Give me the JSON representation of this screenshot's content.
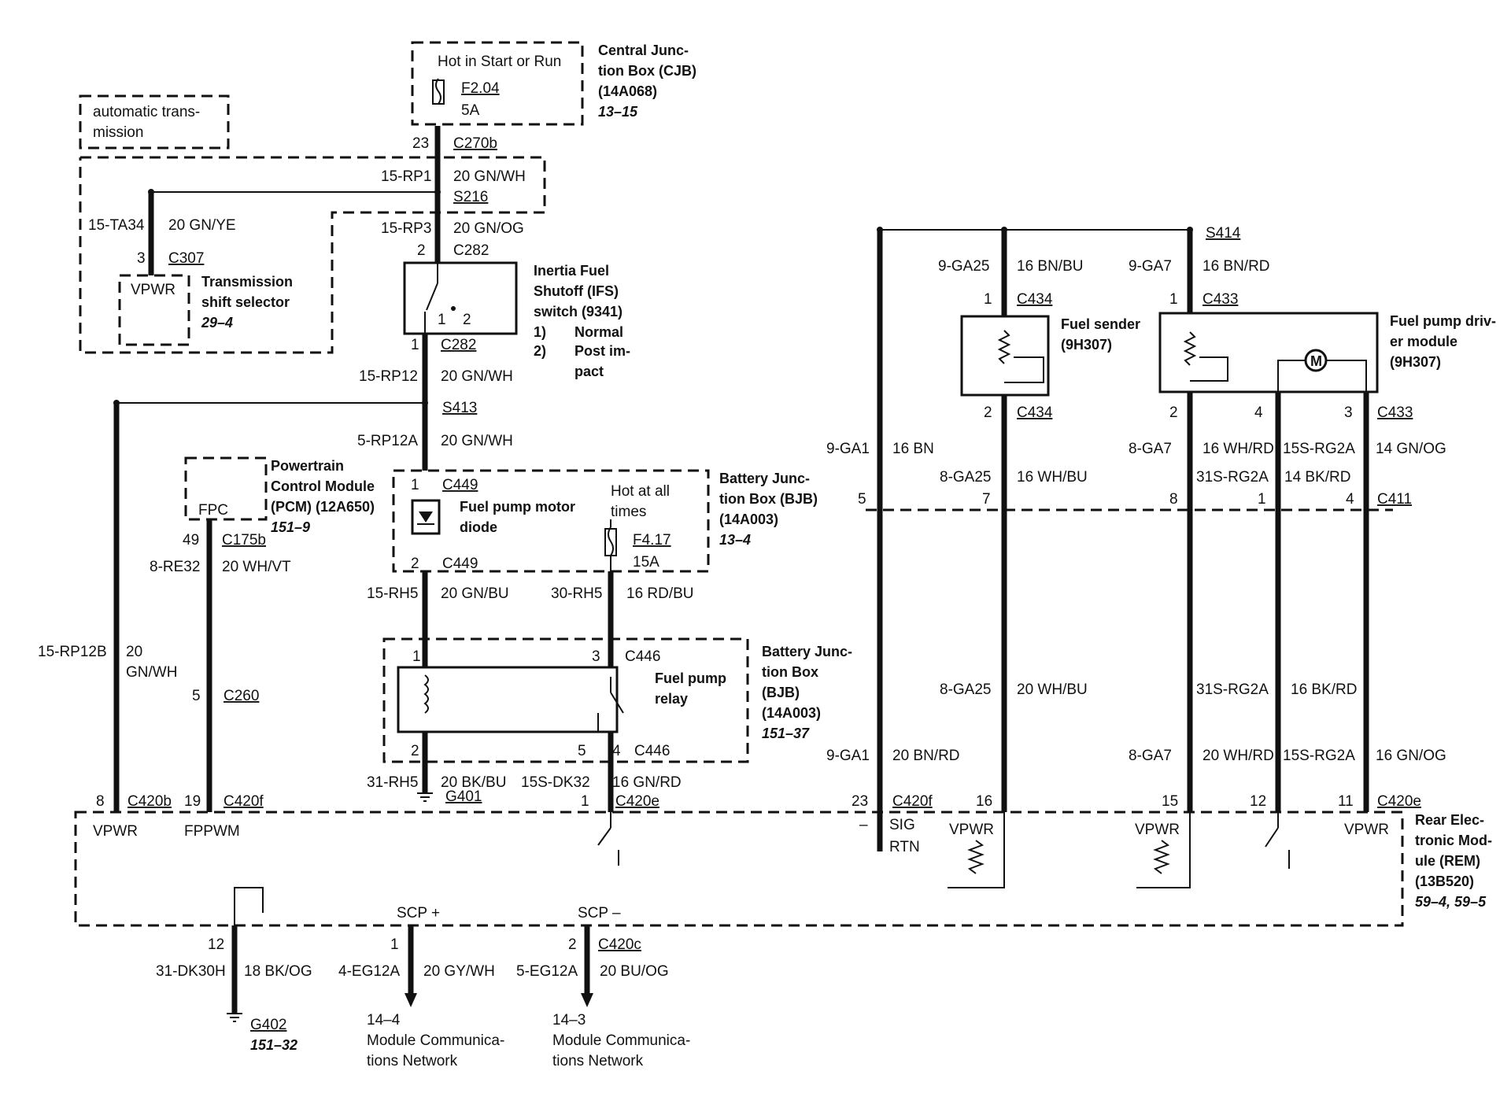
{
  "cjb": {
    "title": [
      "Central Junc-",
      "tion Box (CJB)",
      "(14A068)"
    ],
    "ref": "13–15",
    "hot": "Hot in Start or Run",
    "fuse": "F2.04",
    "amps": "5A"
  },
  "auto_trans": [
    "automatic trans-",
    "mission"
  ],
  "trans_selector": {
    "title": [
      "Transmission",
      "shift selector"
    ],
    "ref": "29–4",
    "pin": "VPWR",
    "circuit": "15-TA34",
    "wire": "20 GN/YE",
    "pin_no": "3",
    "connector": "C307"
  },
  "top": {
    "pin23": "23",
    "c270b": "C270b",
    "rp1": "15-RP1",
    "rp1_wire": "20 GN/WH",
    "s216": "S216",
    "rp3": "15-RP3",
    "rp3_wire": "20 GN/OG",
    "pin2": "2",
    "c282a": "C282",
    "pin1": "1",
    "c282b": "C282",
    "rp12": "15-RP12",
    "rp12_wire": "20 GN/WH",
    "s413": "S413",
    "rp12a": "5-RP12A",
    "rp12a_wire": "20 GN/WH"
  },
  "ifs": {
    "title": [
      "Inertia Fuel",
      "Shutoff (IFS)",
      "switch (9341)"
    ],
    "n1": "1)",
    "n1_text": "Normal",
    "n2": "2)",
    "n2_text": [
      "Post im-",
      "pact"
    ],
    "sw1": "1",
    "sw2": "2"
  },
  "pcm": {
    "title": [
      "Powertrain",
      "Control Module",
      "(PCM) (12A650)"
    ],
    "ref": "151–9",
    "pin": "FPC",
    "pin_no": "49",
    "connector": "C175b",
    "circuit": "8-RE32",
    "wire": "20 WH/VT",
    "c260_pin": "5",
    "c260": "C260"
  },
  "bjb1": {
    "title": [
      "Battery Junc-",
      "tion Box (BJB)",
      "(14A003)"
    ],
    "ref": "13–4",
    "diode": [
      "Fuel pump motor",
      "diode"
    ],
    "hot": [
      "Hot at all",
      "times"
    ],
    "fuse": "F4.17",
    "amps": "15A",
    "p1": "1",
    "c449a": "C449",
    "p2": "2",
    "c449b": "C449"
  },
  "mid": {
    "rh5": "15-RH5",
    "rh5_wire": "20 GN/BU",
    "rh5b": "30-RH5",
    "rh5b_wire": "16 RD/BU",
    "rp12b": "15-RP12B",
    "rp12b_wire": [
      "20",
      "GN/WH"
    ]
  },
  "bjb2": {
    "title": [
      "Battery Junc-",
      "tion Box",
      "(BJB)",
      "(14A003)"
    ],
    "ref": "151–37",
    "relay": [
      "Fuel pump",
      "relay"
    ],
    "p1": "1",
    "p3": "3",
    "c446a": "C446",
    "p2": "2",
    "p5": "5",
    "p4": "4",
    "c446b": "C446"
  },
  "bottom_left": {
    "rh5c": "31-RH5",
    "rh5c_wire": "20 BK/BU",
    "g401": "G401",
    "dk32": "15S-DK32",
    "dk32_wire": "16 GN/RD",
    "p1": "1",
    "c420e": "C420e",
    "p8": "8",
    "c420b": "C420b",
    "p19": "19",
    "c420f": "C420f"
  },
  "rem": {
    "title": [
      "Rear Elec-",
      "tronic Mod-",
      "ule (REM)",
      "(13B520)"
    ],
    "ref": "59–4, 59–5",
    "vpwr_left": "VPWR",
    "fppwm": "FPPWM",
    "scp_plus": "SCP +",
    "scp_minus": "SCP –",
    "minus": "–",
    "sig": "SIG",
    "rtn": "RTN",
    "vpwr1": "VPWR",
    "vpwr2": "VPWR",
    "vpwr3": "VPWR"
  },
  "below_rem": {
    "p12": "12",
    "dk30h": "31-DK30H",
    "dk30h_wire": "18 BK/OG",
    "g402": "G402",
    "g402_ref": "151–32",
    "scp1_pin": "1",
    "eg12a": "4-EG12A",
    "eg12a_wire": "20 GY/WH",
    "scp2_pin": "2",
    "c420c": "C420c",
    "eg12a2": "5-EG12A",
    "eg12a2_wire": "20 BU/OG",
    "net1_ref": "14–4",
    "net1": [
      "Module Communica-",
      "tions Network"
    ],
    "net2_ref": "14–3",
    "net2": [
      "Module Communica-",
      "tions Network"
    ]
  },
  "right": {
    "s414": "S414",
    "ga25": "9-GA25",
    "ga25_wire": "16 BN/BU",
    "ga7": "9-GA7",
    "ga7_wire": "16 BN/RD",
    "c434a_pin": "1",
    "c434a": "C434",
    "c433a_pin": "1",
    "c433a": "C433",
    "sender": [
      "Fuel sender",
      "(9H307)"
    ],
    "driver": [
      "Fuel pump driv-",
      "er module",
      "(9H307)"
    ],
    "motor": "M",
    "c434b_pin": "2",
    "c434b": "C434",
    "c433_p2": "2",
    "c433_p4": "4",
    "c433_p3": "3",
    "c433b": "C433",
    "ga1": "9-GA1",
    "ga1_wire": "16 BN",
    "ga25b": "8-GA25",
    "ga25b_wire": "16 WH/BU",
    "ga7b": "8-GA7",
    "ga7b_wire": "16 WH/RD",
    "rg2a": "15S-RG2A",
    "rg2a_wire": "14 GN/OG",
    "rg2a31": "31S-RG2A",
    "rg2a31_wire": "14 BK/RD",
    "c411_5": "5",
    "c411_7": "7",
    "c411_8": "8",
    "c411_1": "1",
    "c411_4": "4",
    "c411": "C411",
    "ga25c": "8-GA25",
    "ga25c_wire": "20 WH/BU",
    "rg2a31b": "31S-RG2A",
    "rg2a31b_wire": "16 BK/RD",
    "ga1b": "9-GA1",
    "ga1b_wire": "20 BN/RD",
    "ga7c": "8-GA7",
    "ga7c_wire": "20 WH/RD",
    "rg2ab": "15S-RG2A",
    "rg2ab_wire": "16 GN/OG",
    "p23": "23",
    "c420f": "C420f",
    "p16": "16",
    "p15": "15",
    "p12": "12",
    "p11": "11",
    "c420e": "C420e"
  }
}
